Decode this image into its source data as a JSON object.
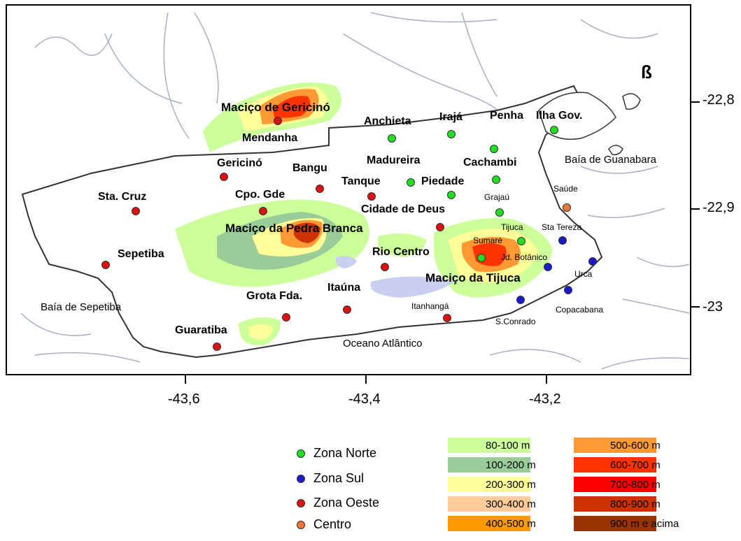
{
  "map": {
    "north_symbol": "ß",
    "water_bodies": {
      "guanabara": "Baía de Guanabara",
      "sepetiba": "Baía de Sepetiba",
      "ocean": "Oceano Atlântico"
    },
    "massifs": {
      "gericino": "Maciço de Gericinó",
      "pedra_branca": "Maciço da Pedra Branca",
      "tijuca": "Maciço da Tijuca"
    },
    "neighborhoods": {
      "anchieta": "Anchieta",
      "iraja": "Irajá",
      "penha": "Penha",
      "ilha_gov": "Ilha Gov.",
      "mendanha": "Mendanha",
      "madureira": "Madureira",
      "cachambi": "Cachambi",
      "gericino": "Gericinó",
      "bangu": "Bangu",
      "tanque": "Tanque",
      "piedade": "Piedade",
      "sta_cruz": "Sta. Cruz",
      "cpo_gde": "Cpo. Gde",
      "grajau": "Grajaú",
      "saude": "Saúde",
      "cidade_de_deus": "Cidade de Deus",
      "tijuca": "Tijuca",
      "sta_tereza": "Sta Tereza",
      "sumare": "Sumaré",
      "sepetiba": "Sepetiba",
      "rio_centro": "Rio Centro",
      "jd_botanico": "Jd. Botânico",
      "urca": "Urca",
      "grota_fda": "Grota Fda.",
      "itauna": "Itaúna",
      "itanhanga": "Itanhangá",
      "s_conrado": "S.Conrado",
      "copacabana": "Copacabana",
      "guaratiba": "Guaratiba"
    },
    "latitude_ticks": [
      "-22,8",
      "-22,9",
      "-23"
    ],
    "longitude_ticks": [
      "-43,6",
      "-43,4",
      "-43,2"
    ]
  },
  "legend": {
    "zones": [
      {
        "label": "Zona Norte",
        "color": "#22dd22"
      },
      {
        "label": "Zona Sul",
        "color": "#1a1acc"
      },
      {
        "label": "Zona Oeste",
        "color": "#dd1111"
      },
      {
        "label": "Centro",
        "color": "#ee7733"
      }
    ],
    "elevation": [
      {
        "label": "80-100 m",
        "color": "#ccff99"
      },
      {
        "label": "100-200 m",
        "color": "#99cc99"
      },
      {
        "label": "200-300 m",
        "color": "#ffff99"
      },
      {
        "label": "300-400 m",
        "color": "#ffcc99"
      },
      {
        "label": "400-500 m",
        "color": "#ff9900"
      },
      {
        "label": "500-600 m",
        "color": "#ff9933"
      },
      {
        "label": "600-700 m",
        "color": "#ff3300"
      },
      {
        "label": "700-800 m",
        "color": "#ff0000"
      },
      {
        "label": "800-900 m",
        "color": "#cc3300"
      },
      {
        "label": "900 m e acima",
        "color": "#993300"
      }
    ]
  }
}
